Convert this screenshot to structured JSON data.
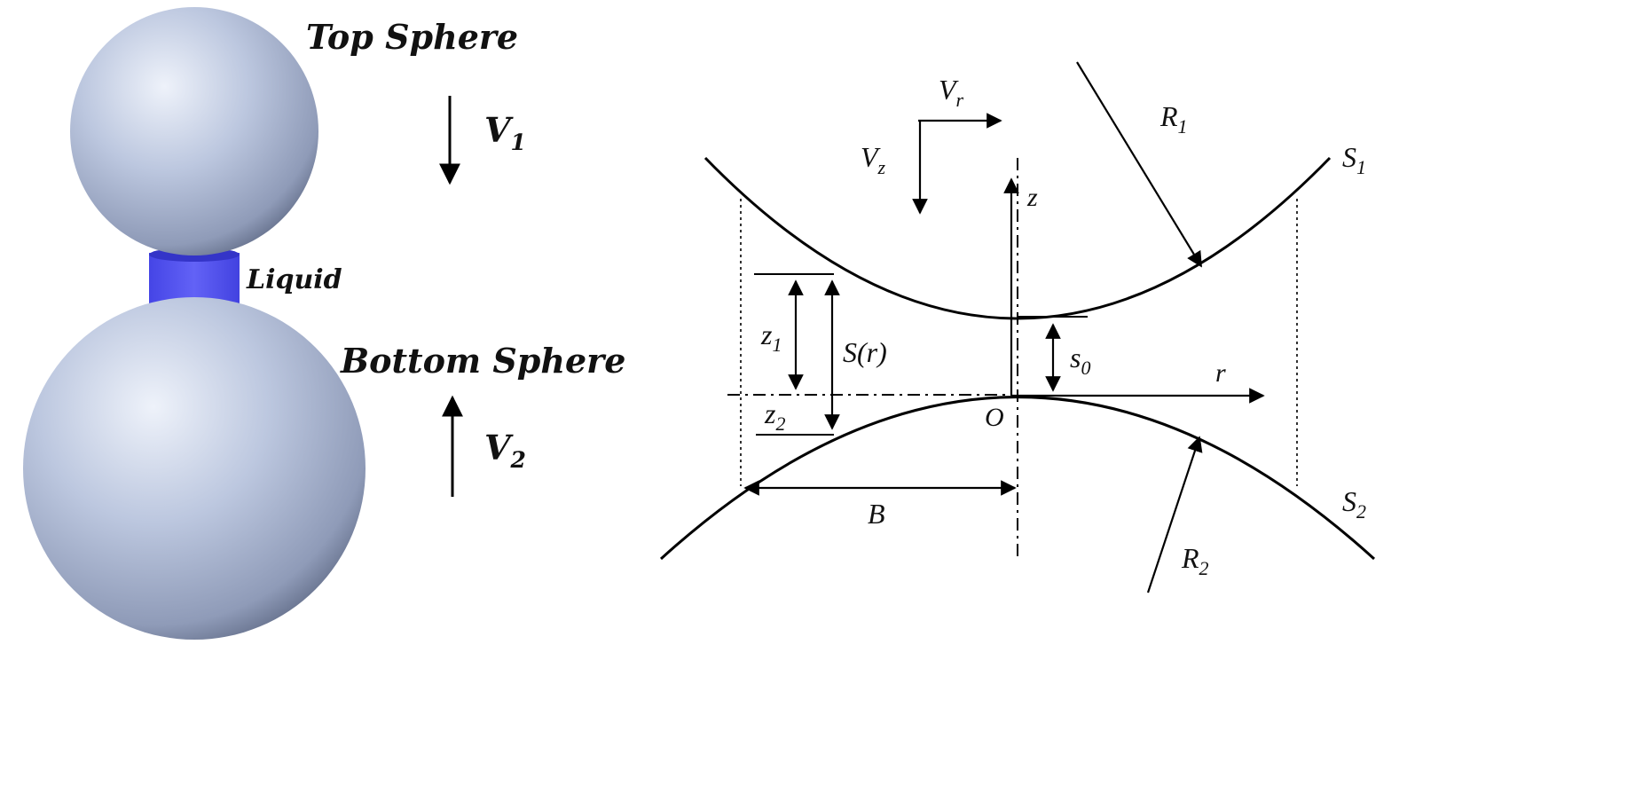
{
  "left_panel": {
    "top_sphere_label": "Top Sphere",
    "liquid_label": "Liquid",
    "bottom_sphere_label": "Bottom Sphere",
    "v1": {
      "main": "V",
      "sub": "1"
    },
    "v2": {
      "main": "V",
      "sub": "2"
    }
  },
  "right_panel": {
    "vr": {
      "main": "V",
      "sub": "r"
    },
    "vz": {
      "main": "V",
      "sub": "z"
    },
    "z_axis": "z",
    "r_axis": "r",
    "origin": "O",
    "R1": {
      "main": "R",
      "sub": "1"
    },
    "R2": {
      "main": "R",
      "sub": "2"
    },
    "S1": {
      "main": "S",
      "sub": "1"
    },
    "S2": {
      "main": "S",
      "sub": "2"
    },
    "z1": {
      "main": "z",
      "sub": "1"
    },
    "z2": {
      "main": "z",
      "sub": "2"
    },
    "s0": {
      "main": "s",
      "sub": "0"
    },
    "Sr": "S(r)",
    "B": "B"
  },
  "colors": {
    "sphere_light": "#dde4f2",
    "sphere_mid": "#aebad6",
    "sphere_dark": "#5f6a85",
    "liquid": "#5252f0",
    "liquid_top": "#3636cc",
    "ink": "#000000"
  }
}
